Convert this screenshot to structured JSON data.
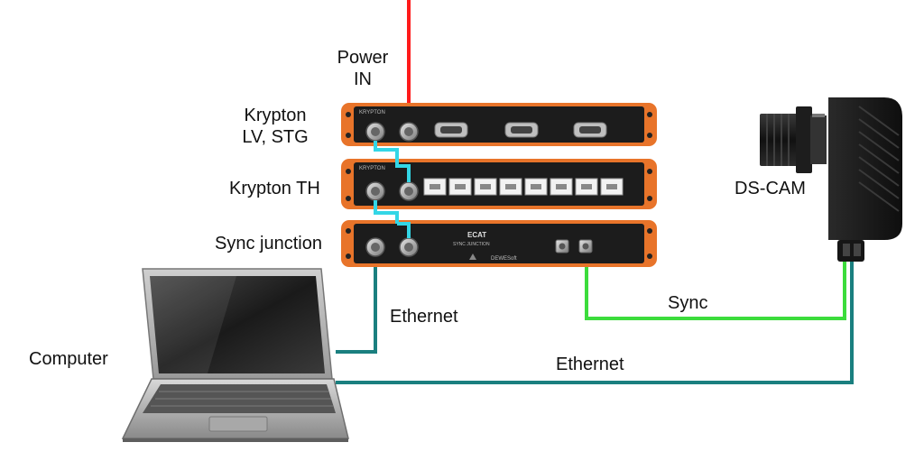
{
  "labels": {
    "power": "Power\nIN",
    "krypton_lv": "Krypton\nLV, STG",
    "krypton_th": "Krypton TH",
    "sync_junction": "Sync junction",
    "computer": "Computer",
    "ds_cam": "DS-CAM",
    "ethernet_left": "Ethernet",
    "sync": "Sync",
    "ethernet_bottom": "Ethernet"
  },
  "device_text": {
    "krypton_lv_brand": "KRYPTON",
    "krypton_th_brand": "KRYPTON",
    "ecat_title": "ECAT",
    "ecat_subtitle": "SYNC JUNCTION",
    "dewesoft": "DEWESoft"
  },
  "colors": {
    "power": "#ff1a1a",
    "sync": "#3cdc3c",
    "ethernet": "#1a7f7f",
    "daisy_chain": "#33d6e6",
    "device_orange": "#e8742a",
    "device_body": "#1c1c1c"
  },
  "icons": {
    "laptop": "laptop-icon",
    "camera": "camera-icon"
  }
}
